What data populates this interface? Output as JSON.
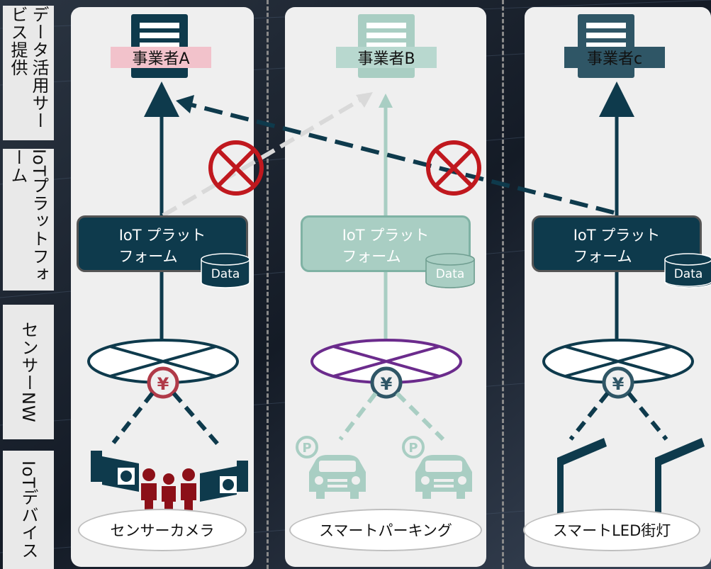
{
  "rows": {
    "service": "データ活用サービス提供",
    "platform": "IoTプラットフォーム",
    "network": "センサーNW",
    "device": "IoTデバイス"
  },
  "columns": [
    {
      "business": "事業者A",
      "platform_line1": "IoT プラット",
      "platform_line2": "フォーム",
      "db_label": "Data",
      "device": "センサーカメラ"
    },
    {
      "business": "事業者B",
      "platform_line1": "IoT プラット",
      "platform_line2": "フォーム",
      "db_label": "Data",
      "device": "スマートパーキング"
    },
    {
      "business": "事業者c",
      "platform_line1": "IoT プラット",
      "platform_line2": "フォーム",
      "db_label": "Data",
      "device": "スマートLED街灯"
    }
  ],
  "colors": {
    "dark_teal": "#0e3a4c",
    "pale_teal": "#a9cec3",
    "pink": "#f2c2cb",
    "red": "#c0181e",
    "crimson": "#8c1018",
    "purple": "#6b2b8c",
    "slate": "#2f5666"
  },
  "icons": [
    "building-icon",
    "database-icon",
    "network-ellipse-icon",
    "yen-icon",
    "security-camera-icon",
    "people-icon",
    "parking-icon",
    "car-icon",
    "street-light-icon",
    "prohibited-icon"
  ]
}
